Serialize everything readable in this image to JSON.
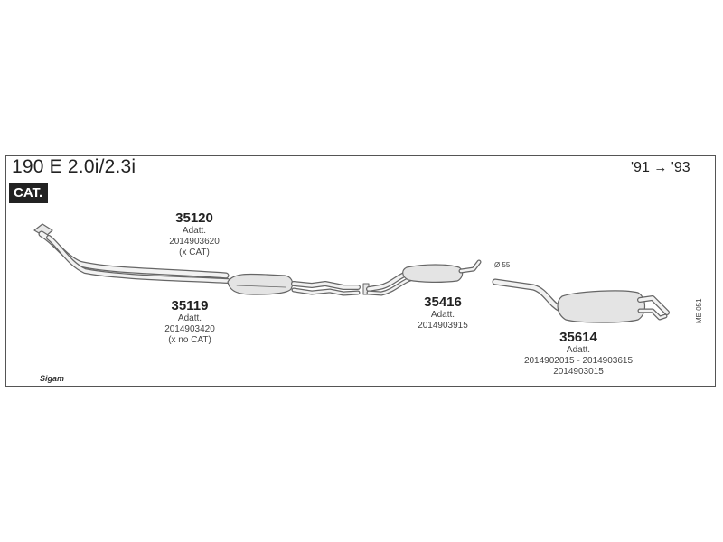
{
  "header": {
    "model": "190 E 2.0i/2.3i",
    "cat_badge": "CAT.",
    "years_from": "'91",
    "years_arrow": "→",
    "years_to": "'93"
  },
  "parts": {
    "p35120": {
      "number": "35120",
      "lines": [
        "Adatt.",
        "2014903620",
        "(x CAT)"
      ]
    },
    "p35119": {
      "number": "35119",
      "lines": [
        "Adatt.",
        "2014903420",
        "(x no CAT)"
      ]
    },
    "p35416": {
      "number": "35416",
      "lines": [
        "Adatt.",
        "2014903915"
      ]
    },
    "p35614": {
      "number": "35614",
      "lines": [
        "Adatt.",
        "2014902015 - 2014903615",
        "2014903015"
      ]
    }
  },
  "diameter_label": "Ø 55",
  "reference_code": "ME 051",
  "logo_text": "Sigam"
}
